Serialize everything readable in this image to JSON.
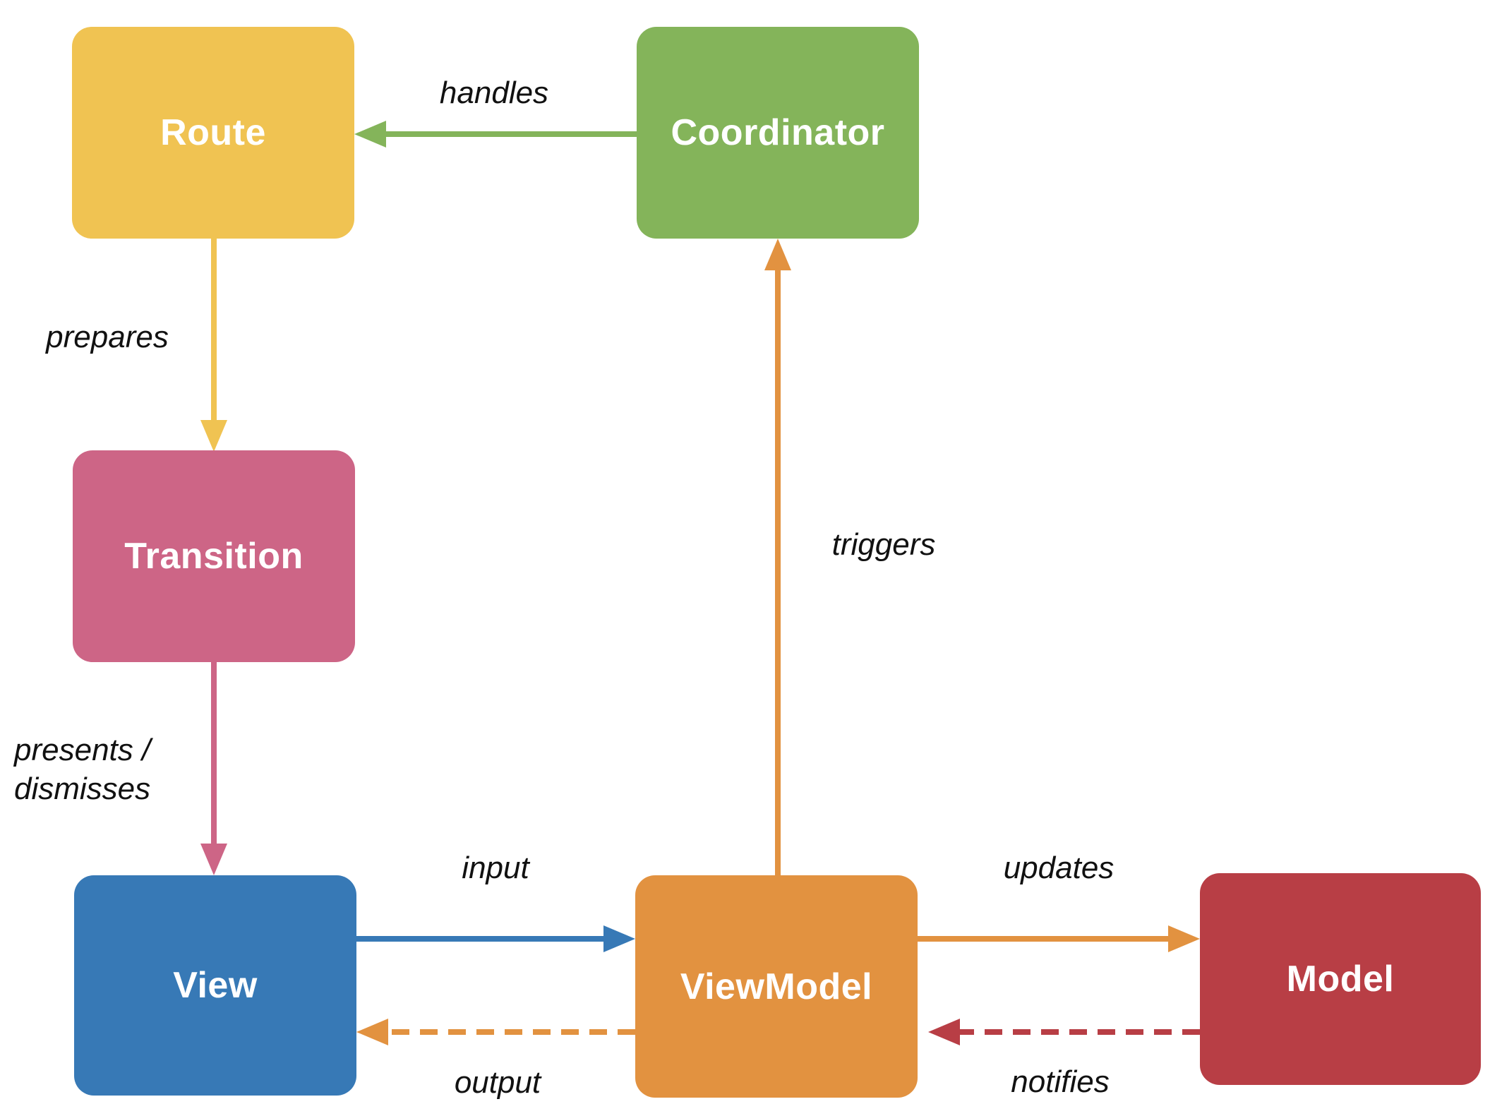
{
  "diagram": {
    "type": "flowchart",
    "background": "#ffffff",
    "node_text_color": "#ffffff",
    "edge_label_color": "#111111",
    "nodes": [
      {
        "id": "route",
        "label": "Route",
        "color": "#F0C352"
      },
      {
        "id": "coordinator",
        "label": "Coordinator",
        "color": "#84B45A"
      },
      {
        "id": "transition",
        "label": "Transition",
        "color": "#CD6586"
      },
      {
        "id": "view",
        "label": "View",
        "color": "#3779B6"
      },
      {
        "id": "viewmodel",
        "label": "ViewModel",
        "color": "#E29240"
      },
      {
        "id": "model",
        "label": "Model",
        "color": "#B83E45"
      }
    ],
    "edges": [
      {
        "id": "handles",
        "label": "handles",
        "from": "Coordinator",
        "to": "Route",
        "line": "solid",
        "color": "#84B45A"
      },
      {
        "id": "prepares",
        "label": "prepares",
        "from": "Route",
        "to": "Transition",
        "line": "solid",
        "color": "#F0C352"
      },
      {
        "id": "presents-dismisses",
        "label": "presents / dismisses",
        "label_line1": "presents /",
        "label_line2": "dismisses",
        "from": "Transition",
        "to": "View",
        "line": "solid",
        "color": "#CD6586"
      },
      {
        "id": "input",
        "label": "input",
        "from": "View",
        "to": "ViewModel",
        "line": "solid",
        "color": "#3779B6"
      },
      {
        "id": "output",
        "label": "output",
        "from": "ViewModel",
        "to": "View",
        "line": "dashed",
        "color": "#E29240"
      },
      {
        "id": "triggers",
        "label": "triggers",
        "from": "ViewModel",
        "to": "Coordinator",
        "line": "solid",
        "color": "#E29240"
      },
      {
        "id": "updates",
        "label": "updates",
        "from": "ViewModel",
        "to": "Model",
        "line": "solid",
        "color": "#E29240"
      },
      {
        "id": "notifies",
        "label": "notifies",
        "from": "Model",
        "to": "ViewModel",
        "line": "dashed",
        "color": "#B83E45"
      }
    ]
  }
}
